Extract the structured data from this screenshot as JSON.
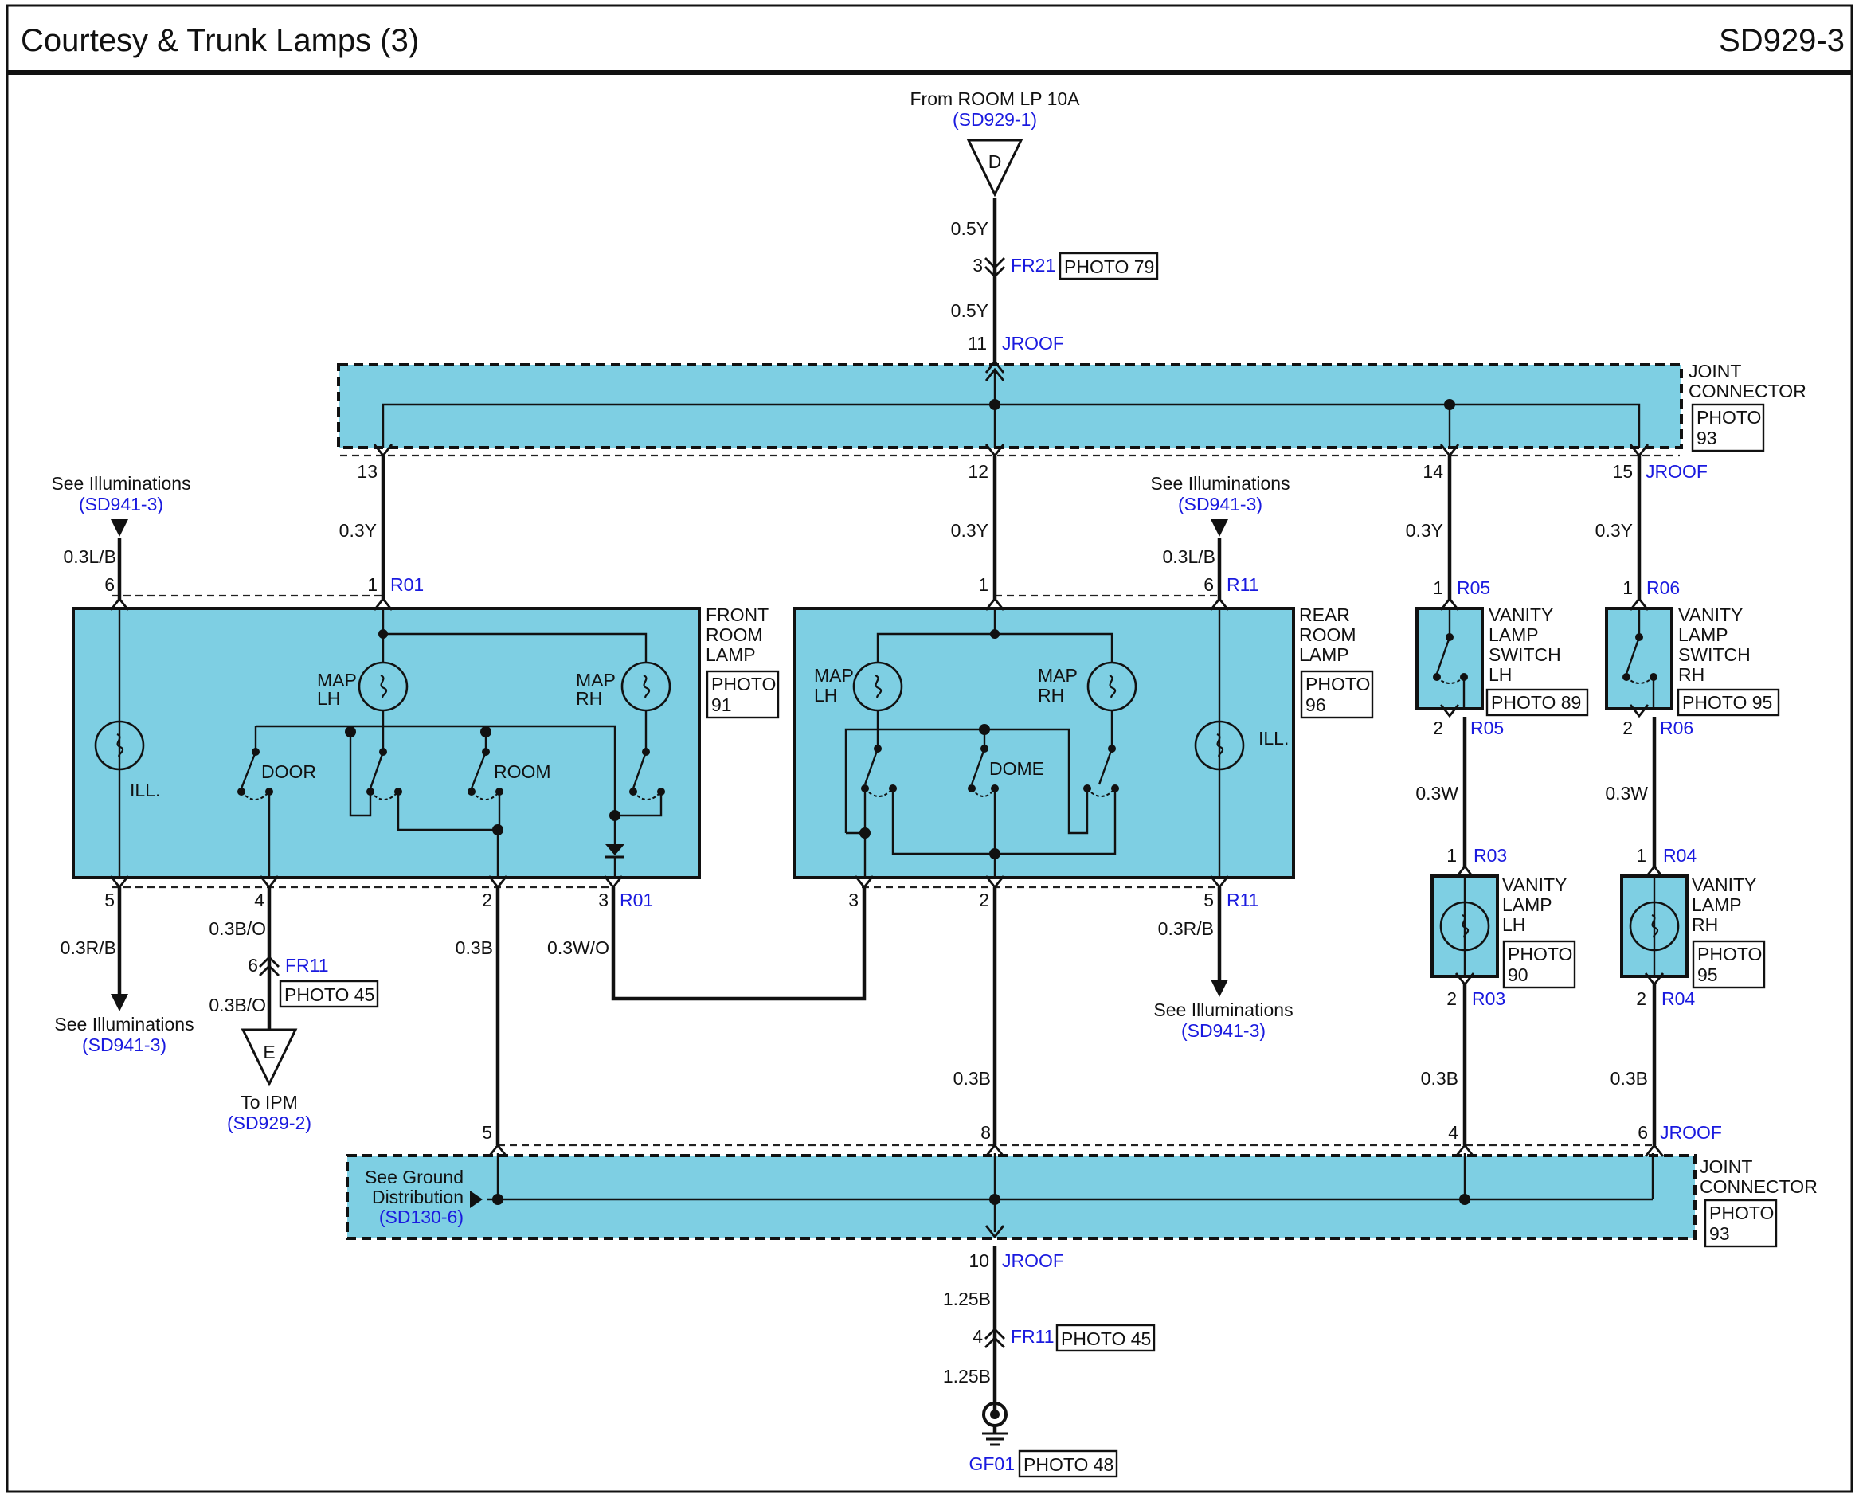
{
  "header": {
    "title": "Courtesy & Trunk Lamps (3)",
    "page_code": "SD929-3"
  },
  "source_top": {
    "text": "From ROOM LP 10A",
    "ref": "(SD929-1)",
    "connector_letter": "D"
  },
  "wires": {
    "y05a": "0.5Y",
    "y05b": "0.5Y",
    "y03_13": "0.3Y",
    "y03_12": "0.3Y",
    "y03_14": "0.3Y",
    "y03_15": "0.3Y",
    "lb_left": "0.3L/B",
    "lb_right": "0.3L/B",
    "rb_left": "0.3R/B",
    "rb_right": "0.3R/B",
    "bo_a": "0.3B/O",
    "bo_b": "0.3B/O",
    "b_front": "0.3B",
    "b_center": "0.3B",
    "b_vl": "0.3B",
    "b_vr": "0.3B",
    "wo": "0.3W/O",
    "w_l": "0.3W",
    "w_r": "0.3W",
    "b125a": "1.25B",
    "b125b": "1.25B"
  },
  "pins": {
    "p3_fr21": "3",
    "p11_top": "11",
    "p13": "13",
    "p12": "12",
    "p14": "14",
    "p15": "15",
    "p6_fl": "6",
    "p1_fl": "1",
    "p1_rr": "1",
    "p6_rr": "6",
    "p1_r05": "1",
    "p1_r06": "1",
    "p2_r05": "2",
    "p2_r06": "2",
    "p1_r03": "1",
    "p1_r04": "1",
    "p2_r03": "2",
    "p2_r04": "2",
    "p5_fl": "5",
    "p4_fl": "4",
    "p2_fl": "2",
    "p3_fl": "3",
    "p3_rr": "3",
    "p2_rr": "2",
    "p5_rr": "5",
    "p6_fr11": "6",
    "p5_bot": "5",
    "p8_bot": "8",
    "p4_bot": "4",
    "p6_bot": "6",
    "p10_bot": "10",
    "p4_fr11": "4"
  },
  "connectors": {
    "fr21": "FR21",
    "jroof_top11": "JROOF",
    "jroof_15": "JROOF",
    "r01_top": "R01",
    "r01_bottom": "R01",
    "r11_top": "R11",
    "r11_bottom": "R11",
    "r05_top": "R05",
    "r05_bottom": "R05",
    "r06_top": "R06",
    "r06_bottom": "R06",
    "r03_top": "R03",
    "r03_bottom": "R03",
    "r04_top": "R04",
    "r04_bottom": "R04",
    "fr11_left": "FR11",
    "jroof_6": "JROOF",
    "jroof_10": "JROOF",
    "fr11_bottom": "FR11",
    "gf01": "GF01"
  },
  "photos": {
    "fr21": "PHOTO 79",
    "joint_top_1": "PHOTO",
    "joint_top_2": "93",
    "front_1": "PHOTO",
    "front_2": "91",
    "rear_1": "PHOTO",
    "rear_2": "96",
    "vsl": "PHOTO 89",
    "vsr": "PHOTO 95",
    "vll_1": "PHOTO",
    "vll_2": "90",
    "vlr_1": "PHOTO",
    "vlr_2": "95",
    "fr11_left": "PHOTO 45",
    "joint_bot_1": "PHOTO",
    "joint_bot_2": "93",
    "fr11_bottom": "PHOTO 45",
    "gf01": "PHOTO 48"
  },
  "components": {
    "joint_top": [
      "JOINT",
      "CONNECTOR"
    ],
    "joint_bottom": [
      "JOINT",
      "CONNECTOR"
    ],
    "front_room_lamp": [
      "FRONT",
      "ROOM",
      "LAMP"
    ],
    "rear_room_lamp": [
      "REAR",
      "ROOM",
      "LAMP"
    ],
    "vanity_switch_lh": [
      "VANITY",
      "LAMP",
      "SWITCH",
      "LH"
    ],
    "vanity_switch_rh": [
      "VANITY",
      "LAMP",
      "SWITCH",
      "RH"
    ],
    "vanity_lamp_lh": [
      "VANITY",
      "LAMP",
      "LH"
    ],
    "vanity_lamp_rh": [
      "VANITY",
      "LAMP",
      "RH"
    ]
  },
  "internal_labels": {
    "fl_map_lh": [
      "MAP",
      "LH"
    ],
    "fl_map_rh": [
      "MAP",
      "RH"
    ],
    "fl_ill": "ILL.",
    "fl_door": "DOOR",
    "fl_room": "ROOM",
    "rr_map_lh": [
      "MAP",
      "LH"
    ],
    "rr_map_rh": [
      "MAP",
      "RH"
    ],
    "rr_ill": "ILL.",
    "rr_dome": "DOME"
  },
  "references": {
    "ill_top_left": {
      "text": "See Illuminations",
      "ref": "(SD941-3)"
    },
    "ill_top_right": {
      "text": "See Illuminations",
      "ref": "(SD941-3)"
    },
    "ill_bottom_left": {
      "text": "See Illuminations",
      "ref": "(SD941-3)"
    },
    "ill_bottom_right": {
      "text": "See Illuminations",
      "ref": "(SD941-3)"
    },
    "to_ipm": {
      "text": "To IPM",
      "ref": "(SD929-2)",
      "connector_letter": "E"
    },
    "ground": {
      "line1": "See Ground",
      "line2": "Distribution",
      "ref": "(SD130-6)"
    }
  },
  "colors": {
    "component_fill": "#7ecfe3",
    "link_text": "#1a1adf",
    "wire": "#111111"
  }
}
